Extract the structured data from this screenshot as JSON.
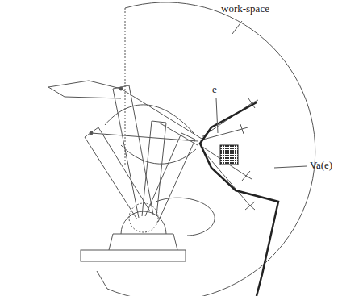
{
  "diagram": {
    "labels": [
      "work-space",
      "e",
      "Va(e)"
    ]
  }
}
